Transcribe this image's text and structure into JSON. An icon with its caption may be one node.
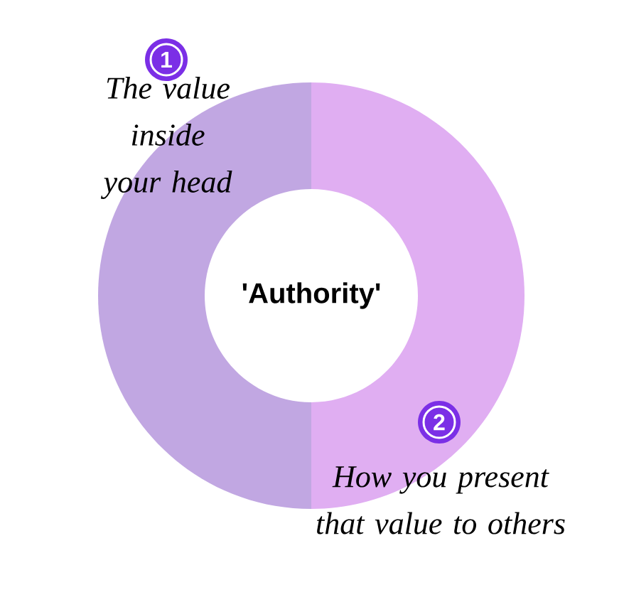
{
  "diagram": {
    "nodes": [
      {
        "text": [
          "'Authority'"
        ]
      },
      {
        "text": [
          "1"
        ],
        "beside": [
          "The value inside your head"
        ]
      },
      {
        "text": [
          "2"
        ],
        "beside": [
          "How you present that value to others"
        ]
      }
    ]
  }
}
